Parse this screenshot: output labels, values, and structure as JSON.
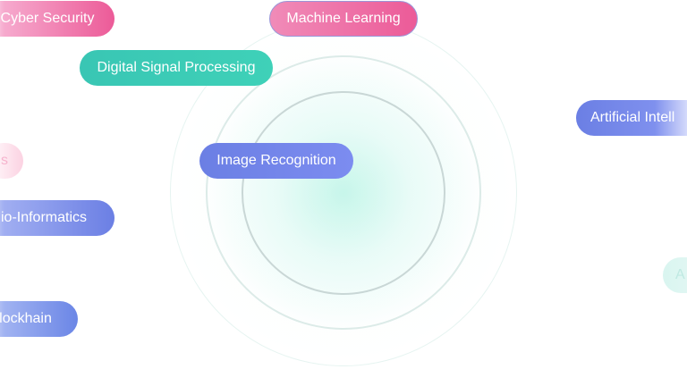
{
  "colors": {
    "pink": "#ec5b98",
    "teal": "#3fd1b8",
    "blue": "#6b7fe4",
    "ring": "#c9d7d6"
  },
  "tags": {
    "machine_learning": "Machine Learning",
    "cyber_security": "Cyber Security",
    "digital_signal_processing": "Digital Signal Processing",
    "image_recognition": "Image Recognition",
    "artificial_intelligence": "Artificial Intell",
    "bio_informatics": "io-Informatics",
    "blockchain": "lockhain",
    "pink_stub": "s",
    "teal_stub": "A"
  }
}
